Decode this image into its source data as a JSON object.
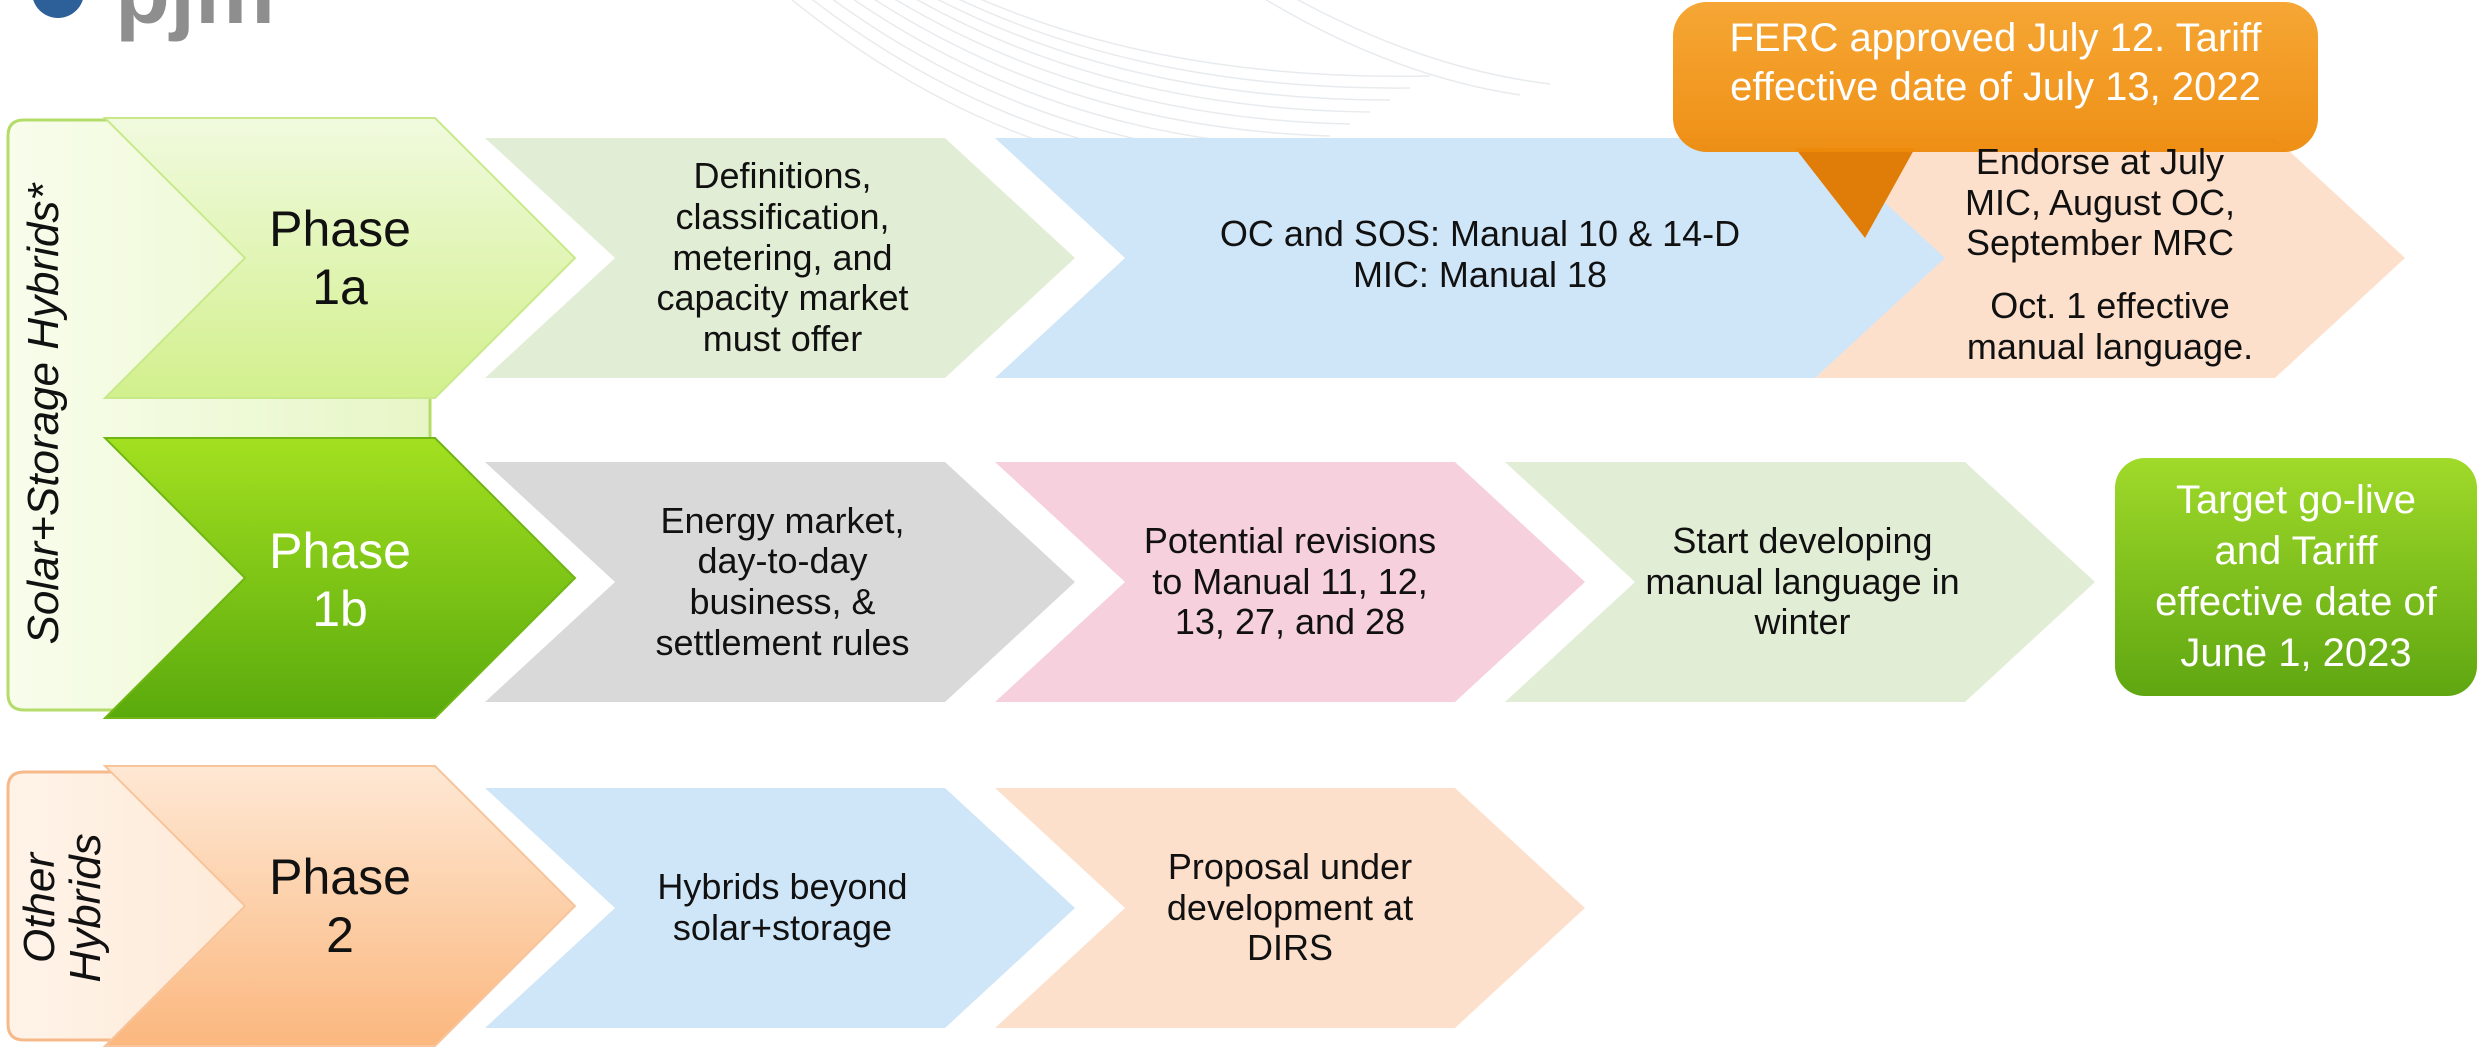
{
  "logo_text": "pjm",
  "groups": {
    "solar_storage": "Solar+Storage Hybrids*",
    "other": "Other\nHybrids"
  },
  "phases": {
    "p1a": "Phase\n1a",
    "p1b": "Phase\n1b",
    "p2": "Phase\n2"
  },
  "row1": {
    "s1": "Definitions,\nclassification,\nmetering, and\ncapacity market\nmust offer",
    "s2": "OC and SOS: Manual 10 & 14-D\nMIC: Manual 18",
    "s3a": "Endorse at July\nMIC, August  OC,\nSeptember MRC",
    "s3b": "Oct. 1 effective\nmanual language."
  },
  "row2": {
    "s1": "Energy market,\nday-to-day\nbusiness, &\nsettlement rules",
    "s2": "Potential revisions\nto Manual 11, 12,\n13, 27, and 28",
    "s3": "Start developing\nmanual language in\nwinter"
  },
  "row3": {
    "s1": "Hybrids beyond\nsolar+storage",
    "s2": "Proposal under\ndevelopment at\nDIRS"
  },
  "ferc_callout": "FERC approved July 12. Tariff\neffective date of July 13, 2022",
  "golive_callout": "Target go-live\nand Tariff\neffective date of\nJune 1, 2023",
  "colors": {
    "green_light": "#e2edd5",
    "blue_light": "#cfe5f8",
    "peach": "#fde0cc",
    "gray": "#d9d9d9",
    "pink": "#f6d0dd",
    "orange": "#f39a1c",
    "lime": "#8fd016"
  }
}
